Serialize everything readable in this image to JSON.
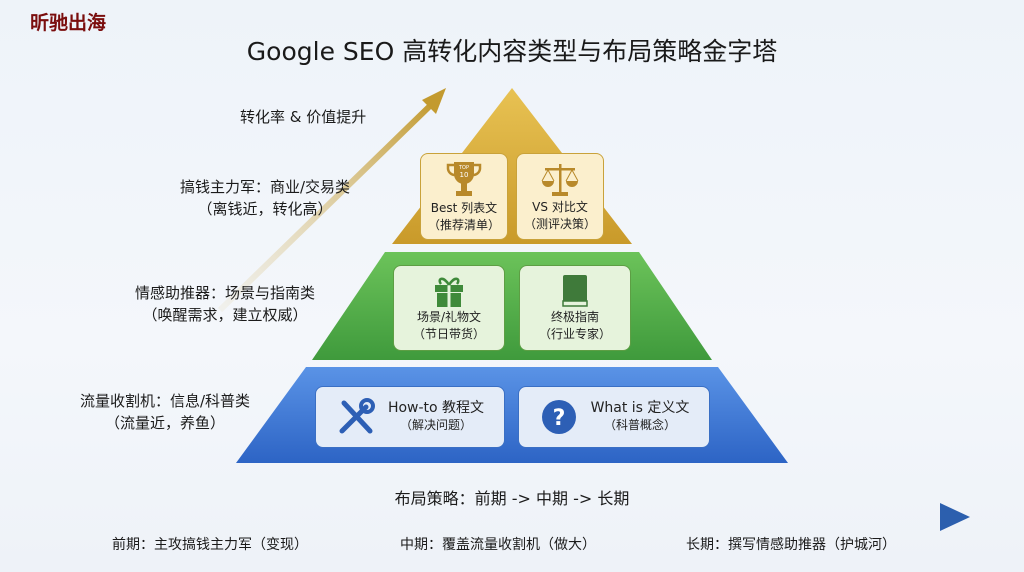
{
  "logo": "昕驰出海",
  "title": "Google SEO 高转化内容类型与布局策略金字塔",
  "arrow_label": "转化率 & 价值提升",
  "tiers": [
    {
      "name": "搞钱主力军：商业/交易类",
      "note": "（离钱近，转化高）",
      "color": "#d9ad3c",
      "items": [
        {
          "icon": "trophy-icon",
          "badge": "TOP 10",
          "label": "Best 列表文",
          "sub": "（推荐清单）"
        },
        {
          "icon": "scale-icon",
          "label": "VS 对比文",
          "sub": "（测评决策）"
        }
      ]
    },
    {
      "name": "情感助推器：场景与指南类",
      "note": "（唤醒需求，建立权威）",
      "color": "#4fae4a",
      "items": [
        {
          "icon": "gift-icon",
          "label": "场景/礼物文",
          "sub": "（节日带货）"
        },
        {
          "icon": "book-icon",
          "label": "终极指南",
          "sub": "（行业专家）"
        }
      ]
    },
    {
      "name": "流量收割机：信息/科普类",
      "note": "（流量近，养鱼）",
      "color": "#3b78d8",
      "items": [
        {
          "icon": "tools-icon",
          "label": "How-to 教程文",
          "sub": "（解决问题）"
        },
        {
          "icon": "question-icon",
          "label": "What is 定义文",
          "sub": "（科普概念）"
        }
      ]
    }
  ],
  "strategy": {
    "title": "布局策略：前期 -> 中期 -> 长期",
    "phases": [
      "前期：主攻搞钱主力军（变现）",
      "中期：覆盖流量收割机（做大）",
      "长期：撰写情感助推器（护城河）"
    ]
  }
}
